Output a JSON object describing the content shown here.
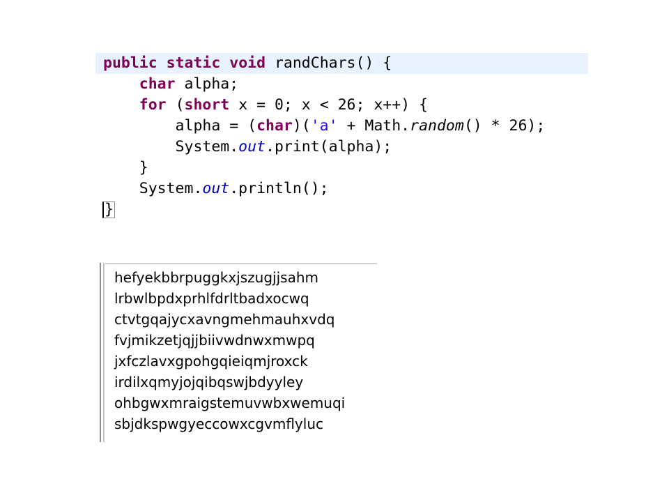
{
  "editor": {
    "lines": [
      {
        "tokens": [
          {
            "text": "public",
            "cls": "kw"
          },
          {
            "text": " "
          },
          {
            "text": "static",
            "cls": "kw"
          },
          {
            "text": " "
          },
          {
            "text": "void",
            "cls": "kw"
          },
          {
            "text": " randChars() {"
          }
        ]
      },
      {
        "tokens": [
          {
            "text": "    "
          },
          {
            "text": "char",
            "cls": "kw"
          },
          {
            "text": " alpha;"
          }
        ]
      },
      {
        "tokens": [
          {
            "text": "    "
          },
          {
            "text": "for",
            "cls": "kw"
          },
          {
            "text": " ("
          },
          {
            "text": "short",
            "cls": "kw"
          },
          {
            "text": " x = 0; x < 26; x++) {"
          }
        ]
      },
      {
        "tokens": [
          {
            "text": "        alpha = ("
          },
          {
            "text": "char",
            "cls": "kw"
          },
          {
            "text": ")("
          },
          {
            "text": "'a'",
            "cls": "str"
          },
          {
            "text": " + Math."
          },
          {
            "text": "random",
            "cls": "itl"
          },
          {
            "text": "() * 26);"
          }
        ]
      },
      {
        "tokens": [
          {
            "text": "        System."
          },
          {
            "text": "out",
            "cls": "fld"
          },
          {
            "text": ".print(alpha);"
          }
        ]
      },
      {
        "tokens": [
          {
            "text": "    }"
          }
        ]
      },
      {
        "tokens": [
          {
            "text": "    System."
          },
          {
            "text": "out",
            "cls": "fld"
          },
          {
            "text": ".println();"
          }
        ]
      },
      {
        "tokens": [
          {
            "text": "}",
            "cls": "caret"
          }
        ]
      }
    ]
  },
  "console": {
    "lines": [
      "hefyekbbrpuggkxjszugjjsahm",
      "lrbwlbpdxprhlfdrltbadxocwq",
      "ctvtgqajycxavngmehmauhxvdq",
      "fvjmikzetjqjjbiivwdnwxmwpq",
      "jxfczlavxgpohgqieiqmjroxck",
      "irdilxqmyjojqibqswjbdyyley",
      "ohbgwxmraigstemuvwbxwemuqi",
      "sbjdkspwgyeccowxcgvmflyluc"
    ]
  }
}
